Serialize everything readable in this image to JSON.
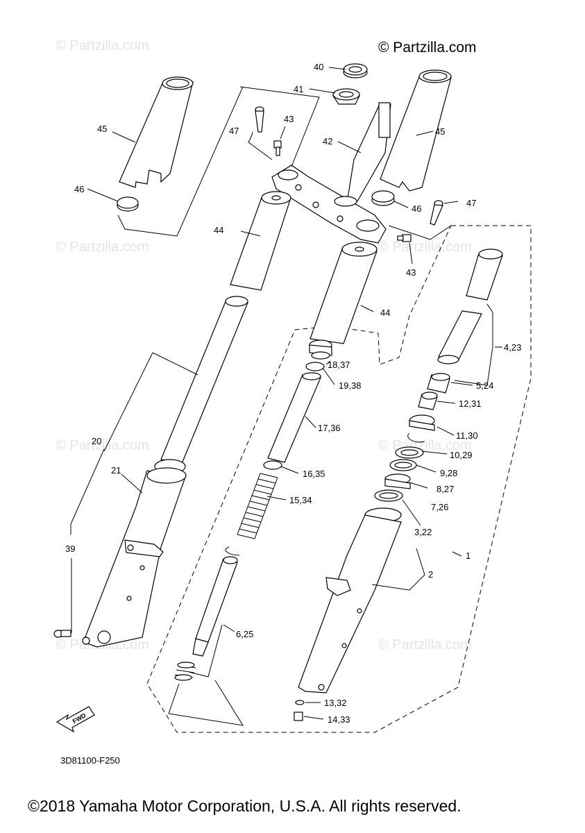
{
  "watermark": "© Partzilla.com",
  "brand_watermark": "© Partzilla.com",
  "diagram_code": "3D81100-F250",
  "copyright": "©2018 Yamaha Motor Corporation, U.S.A. All rights reserved.",
  "fwd_label": "FWD",
  "callouts": {
    "c1": "1",
    "c2": "2",
    "c3": "3,22",
    "c4": "4,23",
    "c5": "5,24",
    "c6": "6,25",
    "c7": "7,26",
    "c8": "8,27",
    "c9": "9,28",
    "c10": "10,29",
    "c11": "11,30",
    "c12": "12,31",
    "c13": "13,32",
    "c14": "14,33",
    "c15": "15,34",
    "c16": "16,35",
    "c17": "17,36",
    "c18": "18,37",
    "c19": "19,38",
    "c20": "20",
    "c21": "21",
    "c39": "39",
    "c40": "40",
    "c41": "41",
    "c42": "42",
    "c43a": "43",
    "c43b": "43",
    "c44a": "44",
    "c44b": "44",
    "c45a": "45",
    "c45b": "45",
    "c46a": "46",
    "c46b": "46",
    "c47a": "47",
    "c47b": "47"
  }
}
